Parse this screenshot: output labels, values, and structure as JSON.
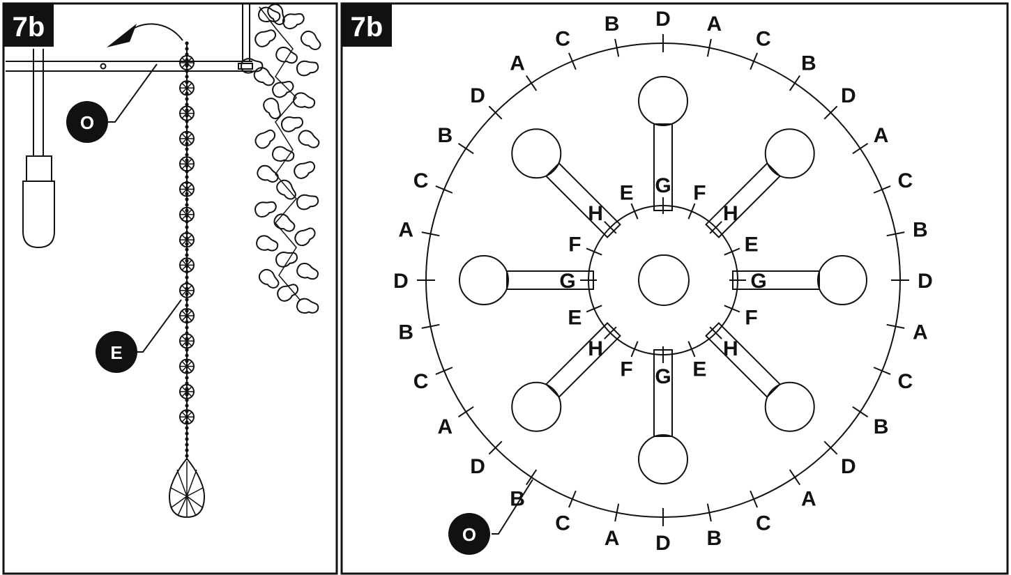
{
  "left_panel": {
    "step_label": "7b",
    "callout_top": "O",
    "callout_bottom": "E"
  },
  "right_panel": {
    "step_label": "7b",
    "callout": "O",
    "outer_ring_labels": [
      "D",
      "A",
      "C",
      "B",
      "D",
      "A",
      "C",
      "B",
      "D",
      "A",
      "C",
      "B",
      "D",
      "A",
      "C",
      "B",
      "D",
      "A",
      "C",
      "B",
      "D",
      "A",
      "C",
      "B",
      "D",
      "A",
      "C",
      "B",
      "D",
      "A",
      "C",
      "B"
    ],
    "inner_ring_labels": [
      "G",
      "F",
      "H",
      "E",
      "G",
      "F",
      "H",
      "E",
      "G",
      "F",
      "H",
      "E",
      "G",
      "F",
      "H",
      "E"
    ]
  }
}
